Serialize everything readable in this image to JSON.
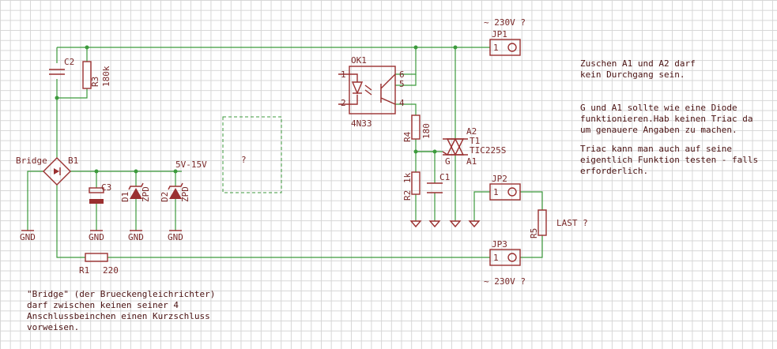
{
  "parts": {
    "jp1": {
      "name": "JP1",
      "pin": "1",
      "voltage": "~ 230V ?"
    },
    "jp2": {
      "name": "JP2",
      "pin": "1"
    },
    "jp3": {
      "name": "JP3",
      "pin": "1",
      "voltage": "~ 230V ?"
    },
    "c2": {
      "name": "C2"
    },
    "r3": {
      "name": "R3",
      "value": "180k"
    },
    "bridge": {
      "label": "Bridge",
      "name": "B1"
    },
    "c3": {
      "name": "C3"
    },
    "d1": {
      "name": "D1",
      "value": "ZPD"
    },
    "d2": {
      "name": "D2",
      "value": "ZPD"
    },
    "supply": {
      "label": "5V-15V"
    },
    "gnd": {
      "label": "GND"
    },
    "unknown": {
      "label": "?"
    },
    "ok1": {
      "name": "OK1",
      "value": "4N33",
      "pins": [
        "1",
        "2",
        "6",
        "5",
        "4"
      ]
    },
    "r4": {
      "name": "R4",
      "value": "180"
    },
    "r2": {
      "name": "R2",
      "value": "1k"
    },
    "c1": {
      "name": "C1"
    },
    "t1": {
      "name": "T1",
      "value": "TIC225S",
      "a1": "A1",
      "a2": "A2",
      "g": "G"
    },
    "r1": {
      "name": "R1",
      "value": "220"
    },
    "r5": {
      "name": "R5",
      "value": "LAST ?"
    }
  },
  "notes": {
    "note1": [
      "Zuschen A1 und A2 darf",
      "kein Durchgang sein."
    ],
    "note2": [
      "G und A1 sollte wie eine Diode",
      "funktionieren.Hab keinen Triac da",
      "um genauere Angaben zu machen."
    ],
    "note3": [
      "Triac kann man auch auf seine",
      "eigentlich Funktion testen - falls",
      "erforderlich."
    ],
    "note4": [
      "\"Bridge\" (der Brueckengleichrichter)",
      "darf zwischen keinen seiner 4",
      "Anschlussbeinchen einen Kurzschluss",
      "vorweisen."
    ]
  },
  "colors": {
    "wire": "#3c9a3c",
    "part": "#9a3030",
    "grid": "#d6d6d6"
  }
}
